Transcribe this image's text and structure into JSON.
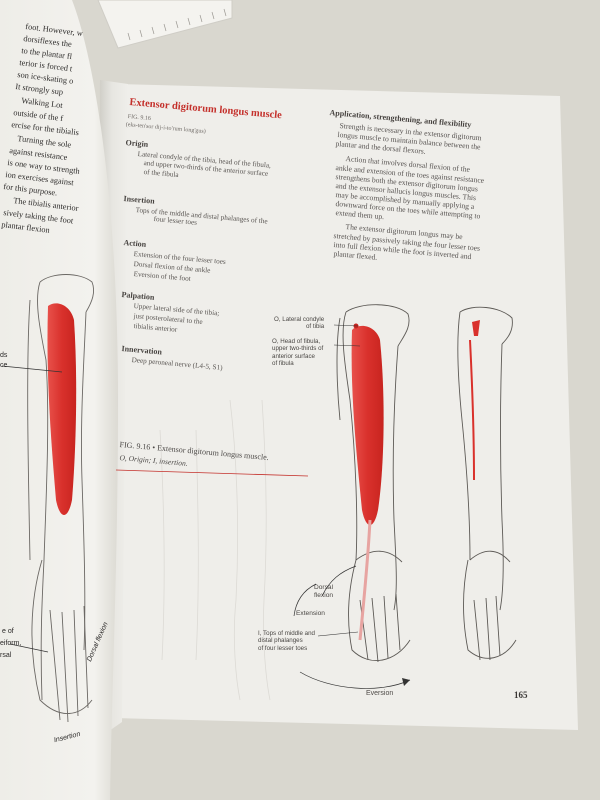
{
  "right_page": {
    "muscle_title": "Extensor digitorum longus muscle",
    "figure_ref": "FIG. 9.16",
    "pronunciation": "(eks-ten'sor dij-i-to'rum long'gus)",
    "origin_heading": "Origin",
    "origin_text": [
      "Lateral condyle of the tibia, head of the fibula,",
      "and upper two-thirds of the anterior surface",
      "of the fibula"
    ],
    "insertion_heading": "Insertion",
    "insertion_text": [
      "Tops of the middle and distal phalanges of the",
      "four lesser toes"
    ],
    "action_heading": "Action",
    "action_text": [
      "Extension of the four lesser toes",
      "Dorsal flexion of the ankle",
      "Eversion of the foot"
    ],
    "palpation_heading": "Palpation",
    "palpation_text": [
      "Upper lateral side of the tibia;",
      "just posterolateral to the",
      "tibialis anterior"
    ],
    "innervation_heading": "Innervation",
    "innervation_text": "Deep peroneal nerve (L4-5, S1)",
    "app_heading": "Application, strengthening, and flexibility",
    "app_paragraphs": [
      [
        "Strength is necessary in the extensor digitorum",
        "longus muscle to maintain balance between the",
        "plantar and the dorsal flexors."
      ],
      [
        "Action that involves dorsal flexion of the",
        "ankle and extension of the toes against resistance",
        "strengthens both the extensor digitorum longus",
        "and the extensor hallucis longus muscles. This",
        "may be accomplished by manually applying a",
        "downward force on the toes while attempting to",
        "extend them up."
      ],
      [
        "The extensor digitorum longus may be",
        "stretched by passively taking the four lesser toes",
        "into full flexion while the foot is inverted and",
        "plantar flexed."
      ]
    ],
    "caption_main": "FIG. 9.16 • Extensor digitorum longus muscle.",
    "caption_sub": "O, Origin; I, insertion.",
    "page_number": "165",
    "running_label": "Eversion",
    "diagram_labels": {
      "lateral_condyle": [
        "O, Lateral condyle",
        "of tibia"
      ],
      "head_fibula": [
        "O, Head of fibula,",
        "upper two-thirds of",
        "anterior surface",
        "of fibula"
      ],
      "dorsal_flexion": [
        "Dorsal",
        "flexion"
      ],
      "extension": "Extension",
      "insertion": [
        "I, Tops of middle and",
        "distal phalanges",
        "of four lesser toes"
      ]
    }
  },
  "left_page": {
    "paragraph_fragments": [
      "foot. However, w",
      "dorsiflexes the",
      "to the plantar fl",
      "terior is forced t",
      "son ice-skating o",
      "It strongly sup",
      "Walking Lot",
      "outside of the f",
      "ercise for the tibialis",
      "Turning the sole",
      "against resistance",
      "is one way to strength",
      "ion exercises against",
      "for this purpose.",
      "The tibialis anterior",
      "sively taking the foot",
      "plantar flexion"
    ],
    "cut_labels": [
      "ds",
      "ce",
      "e of",
      "eiform,",
      "rsal"
    ],
    "diagram_labels": {
      "insertion": "Insertion",
      "dorsal_flexion": "Dorsal flexion"
    }
  },
  "colors": {
    "muscle_red": "#d9312c",
    "title_red": "#c4302b",
    "paper_right": "#efeeea",
    "paper_left": "#f2f1ec",
    "background": "#d9d7cf"
  }
}
